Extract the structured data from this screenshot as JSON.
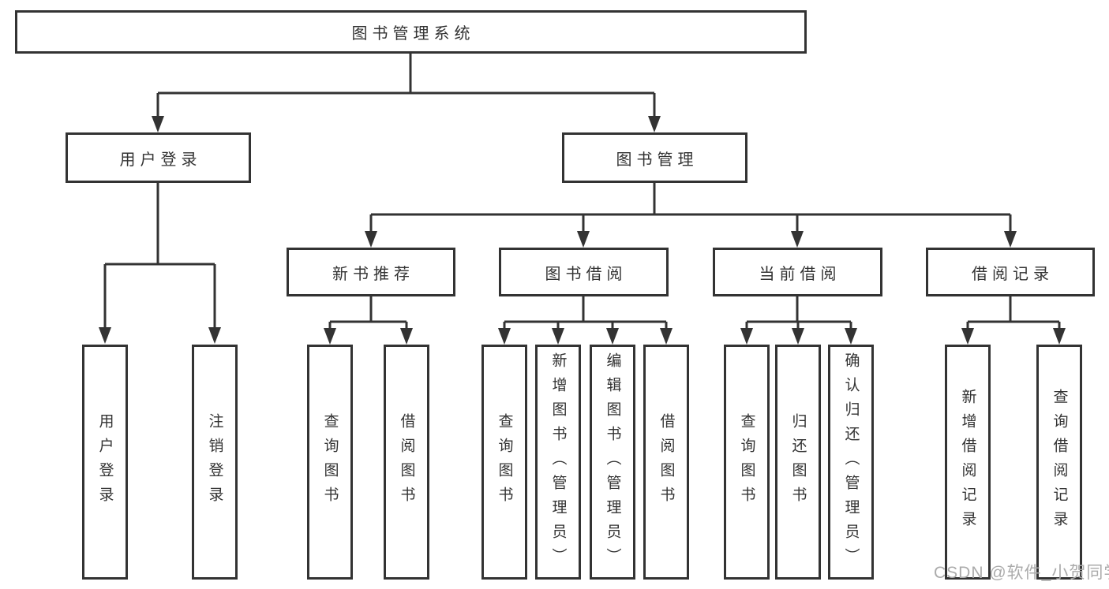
{
  "diagram": {
    "root": {
      "label": "图书管理系统"
    },
    "level2": [
      {
        "label": "用户登录"
      },
      {
        "label": "图书管理"
      }
    ],
    "level3": [
      {
        "label": "新书推荐"
      },
      {
        "label": "图书借阅"
      },
      {
        "label": "当前借阅"
      },
      {
        "label": "借阅记录"
      }
    ],
    "leaves": {
      "user_login": [
        {
          "label": "用户登录"
        },
        {
          "label": "注销登录"
        }
      ],
      "new_book": [
        {
          "label": "查询图书"
        },
        {
          "label": "借阅图书"
        }
      ],
      "book_borrow": [
        {
          "label": "查询图书"
        },
        {
          "label": "新增图书（管理员）"
        },
        {
          "label": "编辑图书（管理员）"
        },
        {
          "label": "借阅图书"
        }
      ],
      "current_borrow": [
        {
          "label": "查询图书"
        },
        {
          "label": "归还图书"
        },
        {
          "label": "确认归还（管理员）"
        }
      ],
      "borrow_record": [
        {
          "label": "新增借阅记录"
        },
        {
          "label": "查询借阅记录"
        }
      ]
    },
    "watermark": "CSDN @软件_小贺同学",
    "colors": {
      "line": "#333333",
      "text": "#333333",
      "background": "#ffffff",
      "watermark": "#ababab"
    }
  }
}
